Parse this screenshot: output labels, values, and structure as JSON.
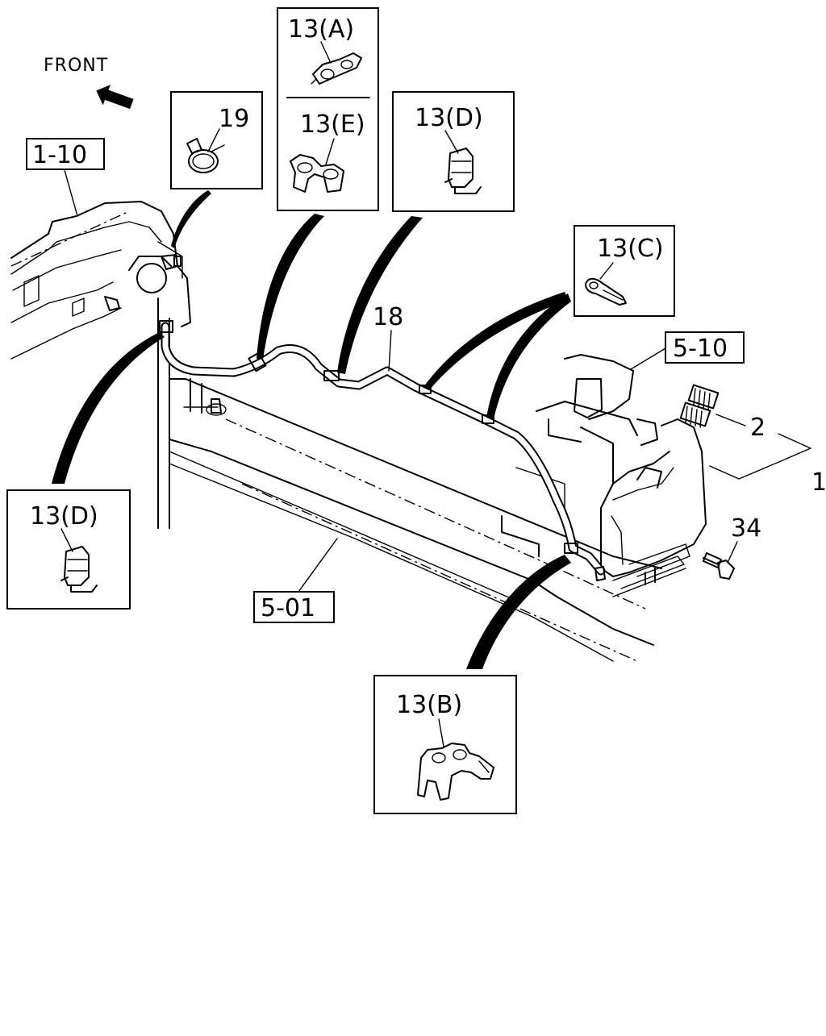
{
  "direction": {
    "text": "FRONT",
    "icon": "front-arrow-icon"
  },
  "refs": {
    "r1_10": "1-10",
    "r5_10": "5-10",
    "r5_01": "5-01"
  },
  "parts": {
    "p19": "19",
    "p13a": "13(A)",
    "p13e": "13(E)",
    "p13d_top": "13(D)",
    "p13c": "13(C)",
    "p18": "18",
    "p2": "2",
    "p1": "1",
    "p34": "34",
    "p13d_left": "13(D)",
    "p13b": "13(B)"
  }
}
